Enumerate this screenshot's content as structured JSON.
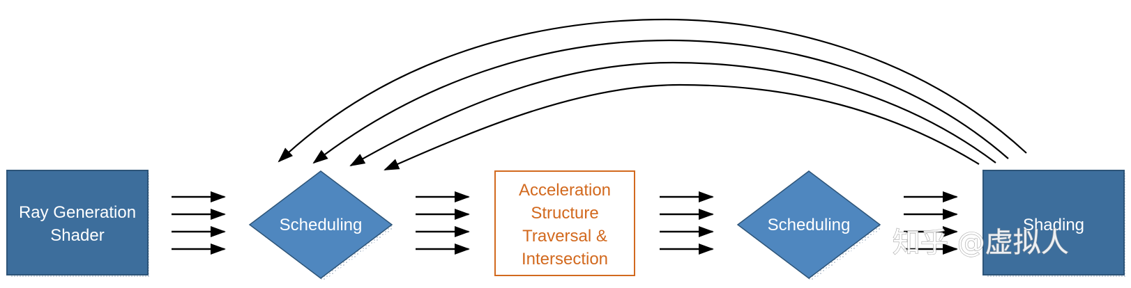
{
  "colors": {
    "node_fill": "#3d6e9c",
    "node_stroke": "#2d5478",
    "diamond_fill": "#4f87bf",
    "accel_border": "#d2691e",
    "accel_text": "#d2691e",
    "arrow": "#000000"
  },
  "nodes": {
    "ray_generation": {
      "line1": "Ray Generation",
      "line2": "Shader"
    },
    "scheduling_1": {
      "label": "Scheduling"
    },
    "acceleration": {
      "line1": "Acceleration",
      "line2": "Structure",
      "line3": "Traversal &",
      "line4": "Intersection"
    },
    "scheduling_2": {
      "label": "Scheduling"
    },
    "shading": {
      "label": "Shading"
    }
  },
  "watermark": {
    "text": "知乎 @虚拟人"
  }
}
